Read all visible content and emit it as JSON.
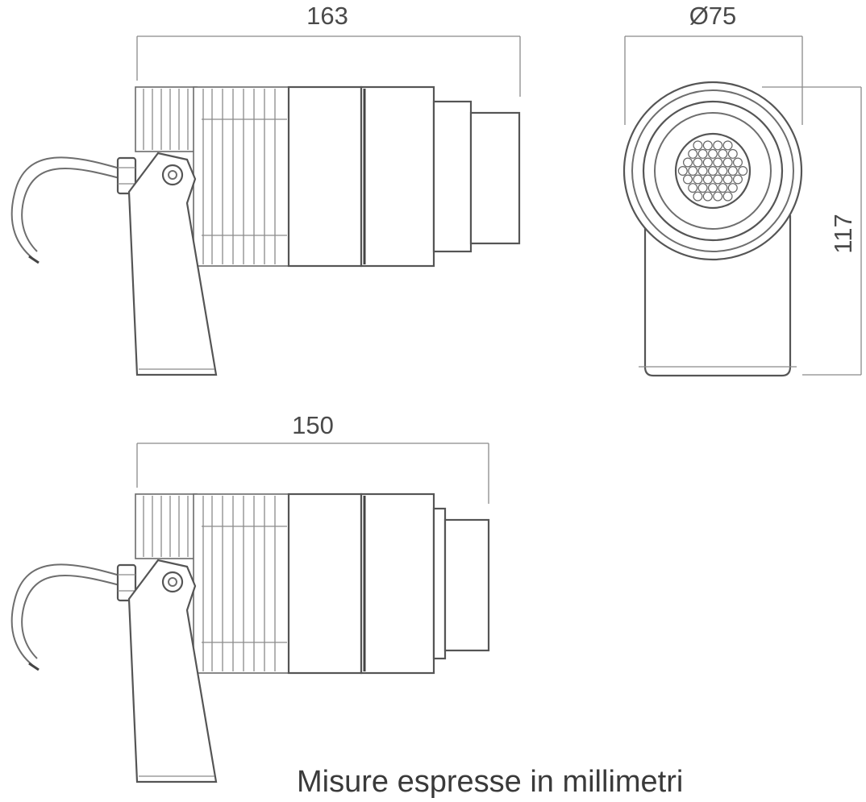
{
  "dimensions": {
    "length_long": "163",
    "diameter": "Ø75",
    "height": "117",
    "length_short": "150"
  },
  "note": "Misure espresse in millimetri",
  "colors": {
    "line": "#555555",
    "text": "#4a4a4a",
    "background": "#ffffff"
  }
}
